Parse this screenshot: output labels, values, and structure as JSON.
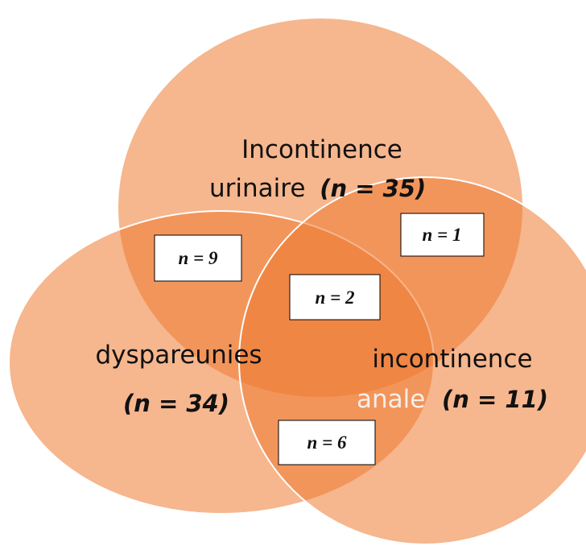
{
  "colors": {
    "circle_fill": "#ee7a32",
    "circle_fill_opacity": 0.55,
    "stroke": "#ffffff",
    "box_fill": "#ffffff",
    "box_border": "#000000",
    "text": "#111111"
  },
  "sets": [
    {
      "id": "urinaire",
      "label_line1": "Incontinence",
      "label_line2": "urinaire",
      "count": "(n = 35)"
    },
    {
      "id": "dyspareunies",
      "label_line1": "dyspareunies",
      "count": "(n = 34)"
    },
    {
      "id": "anale",
      "label_line1": "incontinence",
      "label_line2": "anale",
      "count": "(n = 11)"
    }
  ],
  "intersections": [
    {
      "sets": [
        "urinaire",
        "dyspareunies"
      ],
      "label": "n = 9"
    },
    {
      "sets": [
        "urinaire",
        "anale"
      ],
      "label": "n = 1"
    },
    {
      "sets": [
        "urinaire",
        "dyspareunies",
        "anale"
      ],
      "label": "n = 2"
    },
    {
      "sets": [
        "dyspareunies",
        "anale"
      ],
      "label": "n = 6"
    }
  ]
}
